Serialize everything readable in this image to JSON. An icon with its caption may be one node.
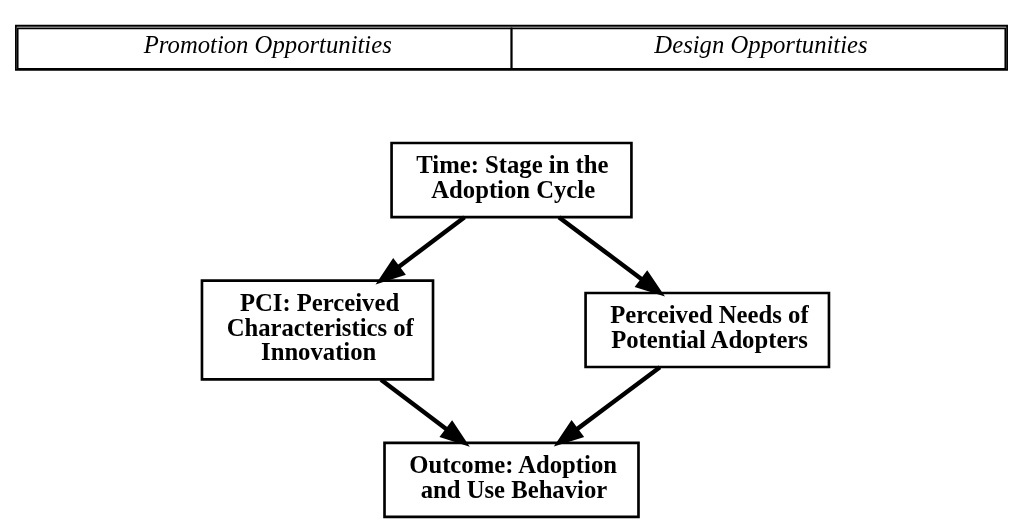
{
  "diagram": {
    "nodes": [
      {
        "text": [
          "Time: Stage in the Adoption Cycle"
        ]
      },
      {
        "text": [
          "PCI: Perceived Characteristics of Innovation"
        ]
      },
      {
        "text": [
          "Perceived Needs of Potential Adopters"
        ]
      },
      {
        "text": [
          "Outcome: Adoption and Use Behavior"
        ]
      }
    ],
    "edges": [
      {
        "from": 0,
        "to": 1,
        "arrow": "to"
      },
      {
        "from": 0,
        "to": 2,
        "arrow": "to"
      },
      {
        "from": 1,
        "to": 3,
        "arrow": "to"
      },
      {
        "from": 2,
        "to": 3,
        "arrow": "to"
      }
    ],
    "labels": [
      "Promotion Opportunities",
      "Design Opportunities"
    ]
  }
}
